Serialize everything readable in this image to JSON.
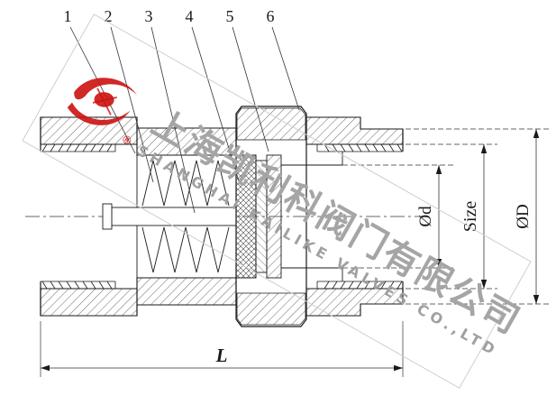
{
  "drawing": {
    "part_numbers": [
      "1",
      "2",
      "3",
      "4",
      "5",
      "6"
    ],
    "dimensions": {
      "inner_diameter": "Ød",
      "size": "Size",
      "outer_diameter": "ØD",
      "length": "L"
    },
    "watermark": {
      "line1": "上海凯利科阀门有限公司",
      "line2": "SHANGHAI KAILIKE VALVES CO.,LTD",
      "registered": "®",
      "logo_color": "#cc1111",
      "text_color": "#a5a5a5"
    },
    "colors": {
      "line": "#1a1a1a",
      "background": "#ffffff"
    }
  }
}
